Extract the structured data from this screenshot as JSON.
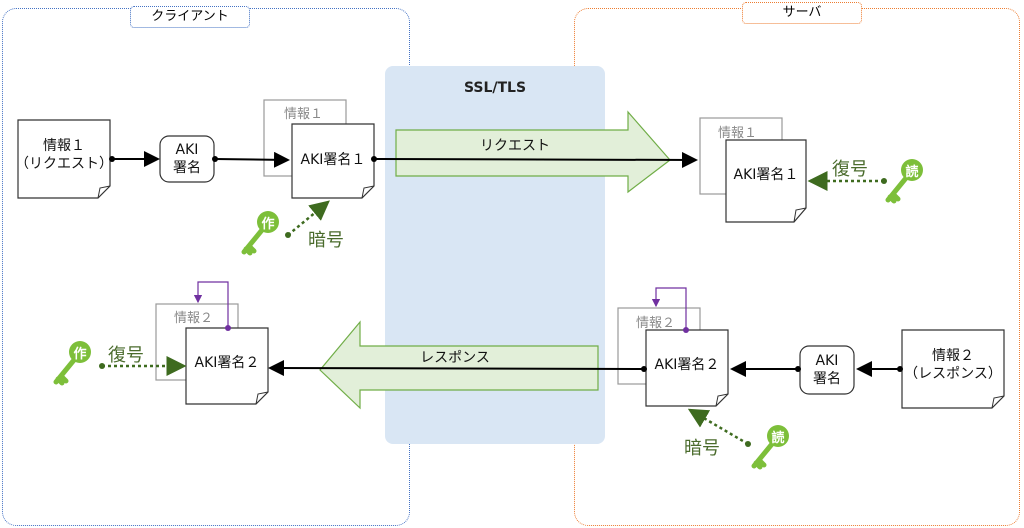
{
  "client": {
    "label": "クライアント",
    "color": "#4472c4"
  },
  "server": {
    "label": "サーバ",
    "color": "#ed7d31"
  },
  "ssl": {
    "label": "SSL/TLS",
    "color": "#d9e6f4"
  },
  "client_side": {
    "info1_line1": "情報１",
    "info1_line2": "（リクエスト）",
    "aki_box_line1": "AKI",
    "aki_box_line2": "署名",
    "signed_doc1": "AKI署名１",
    "ghost_info1": "情報１",
    "encrypt_label": "暗号",
    "key_create": "作",
    "signed_doc2": "AKI署名２",
    "ghost_info2": "情報２",
    "decrypt_label": "復号",
    "key_create2": "作"
  },
  "server_side": {
    "ghost_info1": "情報１",
    "signed_doc1": "AKI署名１",
    "decrypt_label": "復号",
    "key_read": "読",
    "ghost_info2": "情報２",
    "signed_doc2": "AKI署名２",
    "aki_box_line1": "AKI",
    "aki_box_line2": "署名",
    "info2_line1": "情報２",
    "info2_line2": "（レスポンス）",
    "encrypt_label": "暗号",
    "key_read2": "読"
  },
  "arrows": {
    "request": "リクエスト",
    "response": "レスポンス"
  },
  "colors": {
    "arrow_fill": "#e2efd9",
    "arrow_stroke": "#70ad47",
    "key_green": "#7dbf3a",
    "dotted_green": "#3e6b1f",
    "purple": "#7030a0"
  }
}
